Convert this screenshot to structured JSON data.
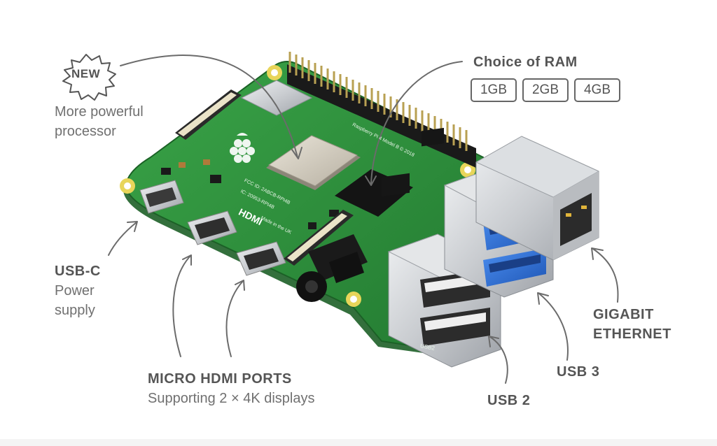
{
  "new_badge": {
    "text": "NEW"
  },
  "processor": {
    "line1": "More powerful",
    "line2": "processor"
  },
  "ram": {
    "title": "Choice of RAM",
    "options": [
      "1GB",
      "2GB",
      "4GB"
    ]
  },
  "usb_c": {
    "title": "USB-C",
    "line1": "Power",
    "line2": "supply"
  },
  "hdmi": {
    "title": "MICRO HDMI PORTS",
    "subtitle": "Supporting 2 × 4K displays"
  },
  "usb2": {
    "title": "USB 2"
  },
  "usb3": {
    "title": "USB 3"
  },
  "ethernet": {
    "line1": "GIGABIT",
    "line2": "ETHERNET"
  },
  "board_markings": {
    "hdmi_logo": "HDMI",
    "fcc_line1": "FCC ID: 2ABCB-RPI4B",
    "fcc_line2": "IC: 20953-RPI4B",
    "made_in": "Made in the UK",
    "copyright": "Raspberry Pi 4 Model B © 2018",
    "usb_marking": "USB2"
  },
  "colors": {
    "pcb_green": "#2f8f3c",
    "usb3_blue": "#2a6fd6",
    "metal": "#cfd2d6",
    "label_text": "#555555",
    "arrow": "#666666"
  }
}
